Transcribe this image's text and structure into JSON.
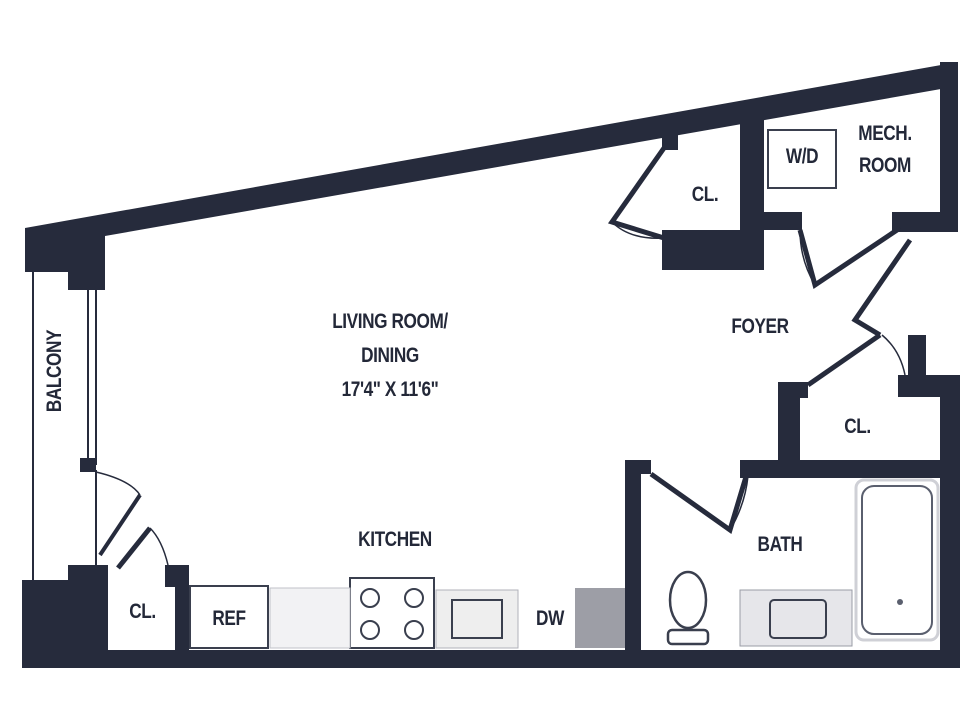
{
  "colors": {
    "wall": "#262b3c",
    "fixture": "#3a3f4e",
    "counter_grey": "#c8c8cc",
    "background": "#ffffff"
  },
  "rooms": {
    "living_line1": "LIVING ROOM/",
    "living_line2": "DINING",
    "living_dims": "17'4\" X 11'6\"",
    "closet_upper": "CL.",
    "wd": "W/D",
    "mech_line1": "MECH.",
    "mech_line2": "ROOM",
    "foyer": "FOYER",
    "closet_right": "CL.",
    "bath": "BATH",
    "kitchen": "KITCHEN",
    "closet_lower": "CL.",
    "ref": "REF",
    "dw": "DW",
    "balcony": "BALCONY"
  }
}
